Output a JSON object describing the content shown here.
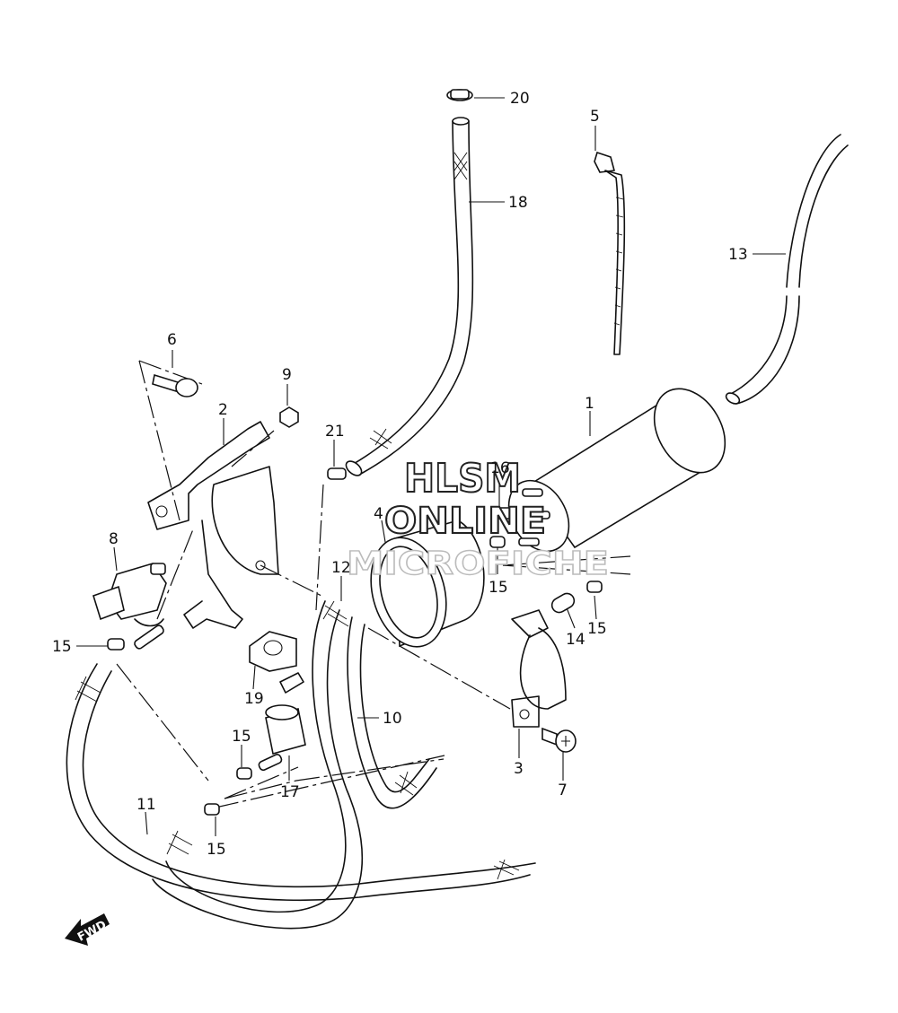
{
  "watermark": {
    "line1": "HLSM",
    "line2": "ONLINE",
    "line3": "MICROFICHE"
  },
  "direction_badge": "FWD",
  "part_labels": {
    "p1": "1",
    "p2": "2",
    "p3": "3",
    "p4": "4",
    "p5": "5",
    "p6": "6",
    "p7": "7",
    "p8": "8",
    "p9": "9",
    "p10": "10",
    "p11": "11",
    "p12": "12",
    "p13": "13",
    "p14": "14",
    "p15a": "15",
    "p15b": "15",
    "p15c": "15",
    "p15d": "15",
    "p15e": "15",
    "p16": "16",
    "p17": "17",
    "p18": "18",
    "p19": "19",
    "p20": "20",
    "p21": "21"
  }
}
